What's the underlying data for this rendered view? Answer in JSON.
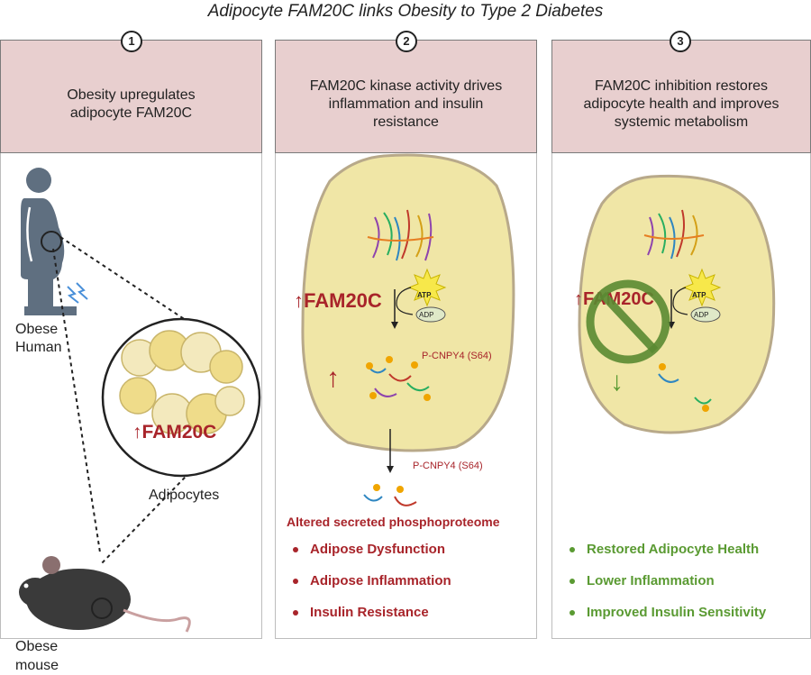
{
  "title": "Adipocyte FAM20C links Obesity to Type 2 Diabetes",
  "colors": {
    "header_bg": "#e8cfcf",
    "red": "#a8242a",
    "green": "#5a9a32",
    "cell": "#f0e6a6"
  },
  "panels": [
    {
      "number": "1",
      "header": "Obesity upregulates adipocyte FAM20C",
      "human_label_1": "Obese",
      "human_label_2": "Human",
      "mouse_label_1": "Obese",
      "mouse_label_2": "mouse",
      "fam20c": "↑FAM20C",
      "cells_label": "Adipocytes"
    },
    {
      "number": "2",
      "header": "FAM20C kinase activity drives inflammation and insulin resistance",
      "fam20c": "↑FAM20C",
      "atp": "ATP",
      "adp": "ADP",
      "pcnpy_inside": "P-CNPY4 (S64)",
      "pcnpy_outside": "P-CNPY4 (S64)",
      "arrow_symbol": "↑",
      "outcome_title": "Altered secreted phosphoproteome",
      "outcomes": [
        "Adipose Dysfunction",
        "Adipose Inflammation",
        "Insulin Resistance"
      ]
    },
    {
      "number": "3",
      "header": "FAM20C inhibition restores adipocyte health and improves systemic metabolism",
      "fam20c": "↑FAM20C",
      "atp": "ATP",
      "adp": "ADP",
      "arrow_symbol": "↓",
      "outcomes": [
        "Restored Adipocyte Health",
        "Lower Inflammation",
        "Improved Insulin Sensitivity"
      ]
    }
  ]
}
